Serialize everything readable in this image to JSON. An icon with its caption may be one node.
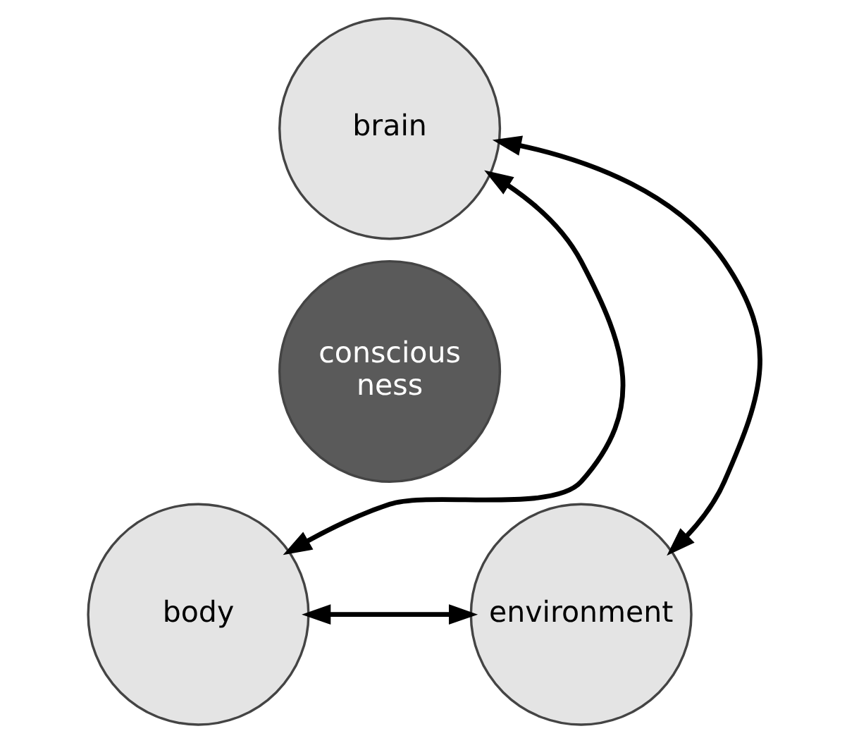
{
  "diagram": {
    "nodes": [
      {
        "text": [
          "brain"
        ]
      },
      {
        "text": [
          "conscious ness"
        ]
      },
      {
        "text": [
          "body"
        ]
      },
      {
        "text": [
          "environment"
        ]
      }
    ],
    "edges": [
      {
        "from": 0,
        "to": 2,
        "arrow": "both"
      },
      {
        "from": 0,
        "to": 3,
        "arrow": "both"
      },
      {
        "from": 2,
        "to": 3,
        "arrow": "both"
      }
    ]
  }
}
